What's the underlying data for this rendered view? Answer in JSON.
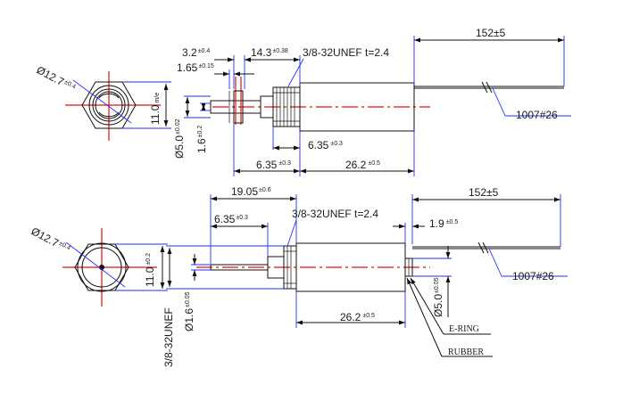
{
  "top": {
    "dia": "Ø12.7",
    "dia_tol": "±0.4",
    "hex_h": "11.0",
    "hex_tol": "m/e",
    "d32": "3.2",
    "d32_tol": "±0.4",
    "d143": "14.3",
    "d143_tol": "±0.38",
    "thread": "3/8-32UNEF t=2.4",
    "lead_len": "152±5",
    "d165": "1.65",
    "d165_tol": "±0.15",
    "d50": "Ø5.0",
    "d50_tol": "±0.02",
    "d16": "1.6",
    "d16_tol": "±0.2",
    "d635a": "6.35",
    "d635a_tol": "±0.3",
    "d635b": "6.35",
    "d635b_tol": "±0.3",
    "d262": "26.2",
    "d262_tol": "±0.5",
    "wire": "1007#26"
  },
  "bottom": {
    "dia": "Ø12.7",
    "dia_tol": "±0.4",
    "hex_h": "11.0",
    "hex_tol": "±0.2",
    "d1905": "19.05",
    "d1905_tol": "±0.6",
    "d635": "6.35",
    "d635_tol": "±0.3",
    "thread": "3/8-32UNEF t=2.4",
    "lead_len": "152±5",
    "d19": "1.9",
    "d19_tol": "±0.5",
    "wire": "1007#26",
    "side_thread": "3/8-32UNEF",
    "d16": "Ø1.6",
    "d16_tol": "±0.05",
    "d50": "Ø5.0",
    "d50_tol": "±0.05",
    "d262": "26.2",
    "d262_tol": "±0.5",
    "ering": "E-RING",
    "rubber": "RUBBER"
  }
}
